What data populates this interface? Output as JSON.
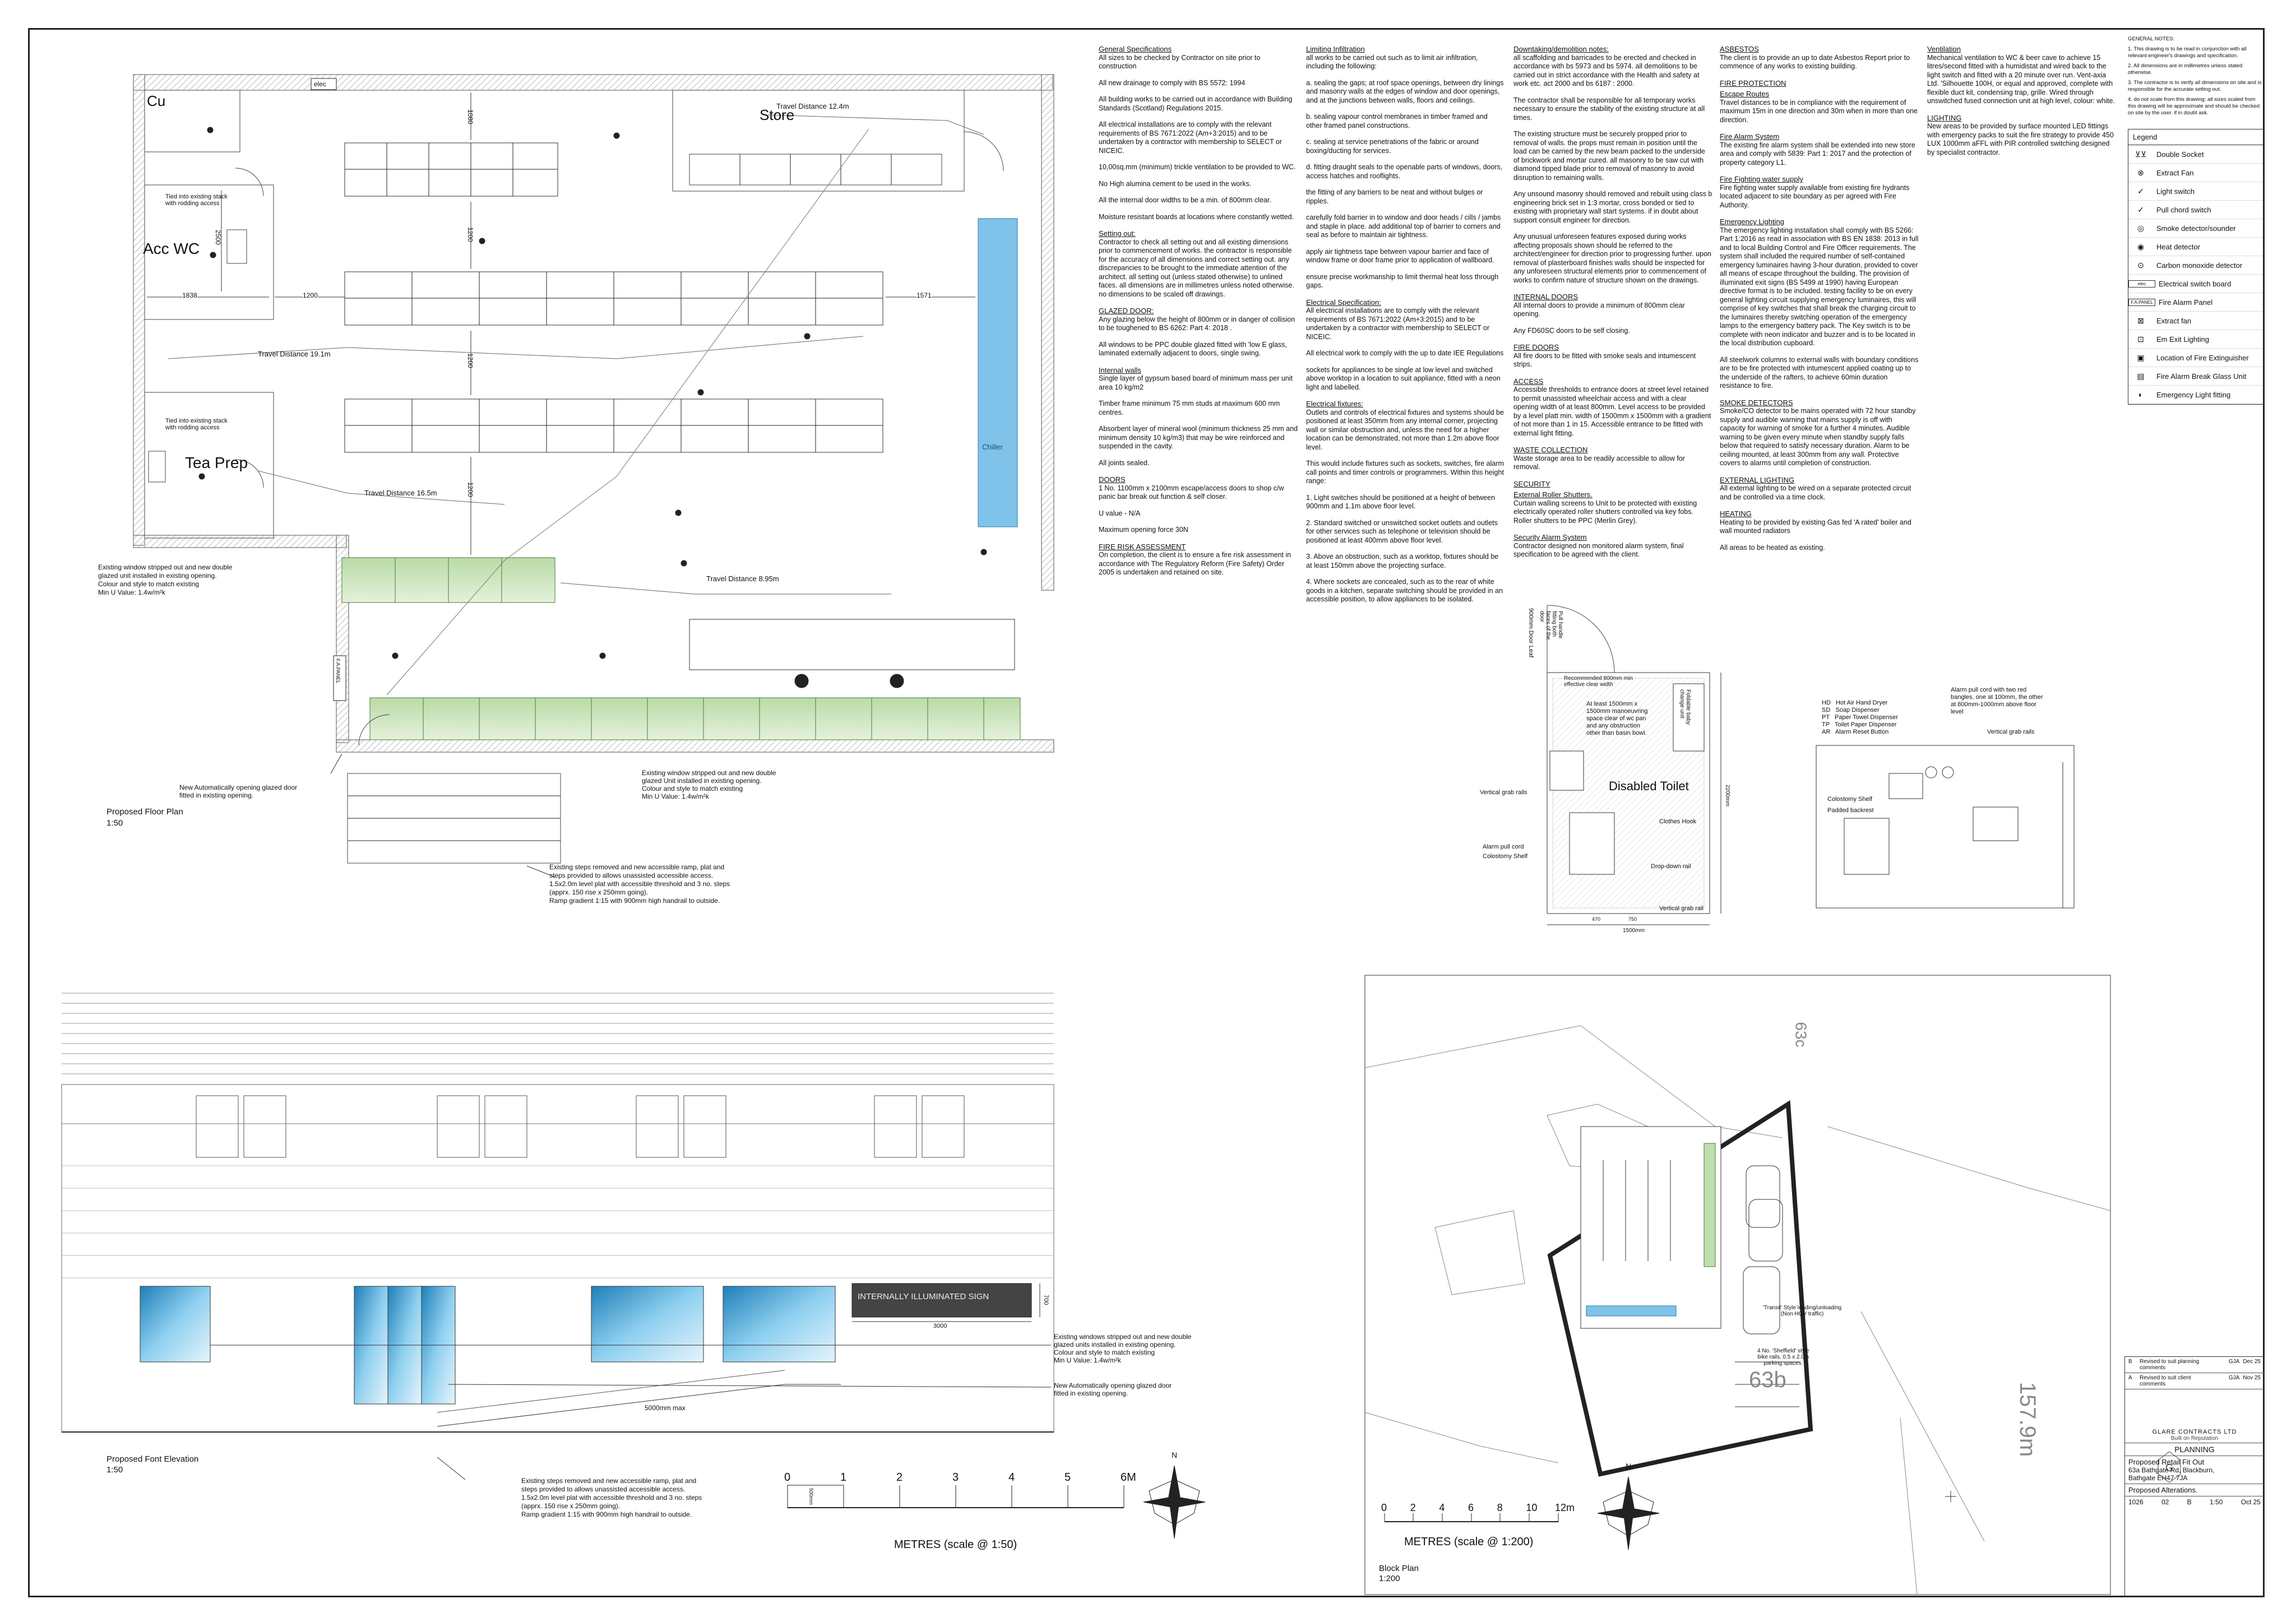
{
  "floor_plan": {
    "rooms": {
      "cu": "Cu",
      "store": "Store",
      "acc_wc": "Acc WC",
      "tea_prep": "Tea Prep",
      "chiller": "Chiller",
      "elec": "elec",
      "fa_panel": "F.A.PANEL"
    },
    "notes": {
      "tie_stack_1": "Tied into existing stack\nwith rodding access",
      "tie_stack_2": "Tied into existing stack\nwith rodding access",
      "window_left": "Existing window stripped out and new double\nglazed unit installed in existing opening.\nColour and style to match existing\nMin U Value: 1.4w/m²k",
      "window_bottom": "Existing window stripped out and new double\nglazed Unit installed in existing opening.\nColour and style to match existing\nMin U Value: 1.4w/m²k",
      "auto_door": "New Automatically opening glazed door\nfitted in existing opening.",
      "steps": "Existing steps removed and new accessible ramp, plat and\nsteps provided to allows unassisted accessible access.\n1.5x2.0m level plat with accessible threshold and 3 no. steps\n(apprx. 150 rise x 250mm going).\nRamp gradient 1:15 with 900mm high handrail to outside."
    },
    "travel": {
      "t1": "Travel Distance 12.4m",
      "t2": "Travel Distance 19.1m",
      "t3": "Travel Distance 16.5m",
      "t4": "Travel Distance 8.95m"
    },
    "dims": {
      "d1080": "1080",
      "d1200a": "1200",
      "d1200b": "1200",
      "d1200c": "1200",
      "d1200d": "1200",
      "d1571": "1571",
      "d1838": "1838",
      "d2500": "2500"
    },
    "title": "Proposed Floor Plan",
    "scale": "1:50"
  },
  "notes": {
    "col1": [
      {
        "h": "General Specifications",
        "p": [
          "All sizes to be checked by Contractor on site prior to construction",
          "All new drainage to comply with BS 5572: 1994",
          "All building works to be carried out in accordance with Building Standards (Scotland) Regulations 2015.",
          "All electrical installations are to comply with the relevant requirements of BS 7671:2022 (Am+3:2015) and to be undertaken by a contractor with membership to SELECT or NICEIC.",
          "10,00sq.mm (minimum) trickle ventilation to be provided to WC.",
          "No High alumina cement to be used in the works.",
          "All the internal door widths to be a min. of 800mm clear.",
          "Moisture resistant boards at locations where constantly wetted."
        ]
      },
      {
        "h": "Setting out:",
        "p": [
          "Contractor to check all setting out and all existing dimensions prior to commencement of works. the contractor is responsible for the accuracy of all dimensions and correct setting out. any discrepancies to be brought to the immediate attention of the architect. all setting out (unless stated otherwise) to unlined faces. all dimensions are in millimetres unless noted otherwise. no dimensions to be scaled off drawings."
        ]
      },
      {
        "h": "GLAZED DOOR:",
        "p": [
          "Any glazing below the height of 800mm or in danger of collision to be toughened to BS 6262: Part 4: 2018 .",
          "All windows to be PPC double glazed fitted with 'low E glass, laminated externally adjacent to doors, single swing."
        ]
      },
      {
        "h": "Internal walls",
        "p": [
          "Single layer of gypsum based board of minimum mass per unit area 10 kg/m2",
          "Timber frame minimum 75 mm studs at maximum 600 mm centres.",
          "Absorbent layer of mineral wool (minimum thickness 25 mm and minimum density 10 kg/m3) that may be wire reinforced and suspended in the cavity.",
          "All joints sealed."
        ]
      },
      {
        "h": "DOORS",
        "p": [
          "1 No. 1100mm x 2100mm escape/access doors to shop c/w panic bar break out function & self closer.",
          "U value - N/A",
          "Maximum opening force 30N"
        ]
      },
      {
        "h": "FIRE RISK ASSESSMENT",
        "p": [
          "On completion, the client is to ensure a fire risk assessment in accordance with The Regulatory Reform (Fire Safety) Order 2005 is undertaken and retained on site."
        ]
      }
    ],
    "col2": [
      {
        "h": "Limiting Infiltration",
        "p": [
          "all works to be carried out such as to limit air infiltration, including the following:",
          "a. sealing the gaps; at roof space openings, between dry linings and masonry walls at the edges of window and door openings, and at the junctions between walls, floors and ceilings.",
          "b. sealing vapour control membranes in timber framed and other framed panel constructions.",
          "c. sealing at service penetrations of the fabric or around boxing/ducting for services.",
          "d. fitting draught seals to the openable parts of windows, doors, access hatches and rooflights.",
          "the fitting of any barriers to be neat and without bulges or ripples.",
          "carefully fold barrier in to window and door heads / cills / jambs and staple in place. add additional top of barrier to corners and seal as before to maintain air tightness.",
          "apply air tightness tape between vapour barrier and face of window frame or door frame prior to application of wallboard.",
          "ensure precise workmanship to limit thermal heat loss through gaps."
        ]
      },
      {
        "h": "Electrical Specification:",
        "p": [
          "All electrical installations are to comply with the relevant requirements of BS 7671:2022 (Am+3:2015) and to be undertaken by a contractor with membership to SELECT or NICEIC.",
          "All electrical work to comply with the up to date IEE Regulations",
          "sockets for appliances to be single at low level and switched above worktop in a location to suit appliance, fitted with a neon light and labelled."
        ]
      },
      {
        "h": "Electrical fixtures:",
        "p": [
          "Outlets and controls of electrical fixtures and systems should be positioned at least 350mm from any internal corner, projecting wall or similar obstruction and, unless the need for a higher location can be demonstrated, not more than 1.2m above floor level.",
          "This would include fixtures such as sockets, switches, fire alarm call points and timer controls or programmers. Within this height range:",
          "1. Light switches should be positioned at a height of between 900mm and 1.1m above floor level.",
          "2. Standard switched or unswitched socket outlets and outlets for other services such as telephone or television should be positioned at least 400mm above floor level.",
          "3. Above an obstruction, such as a worktop, fixtures should be at least 150mm above the projecting surface.",
          "4. Where sockets are concealed, such as to the rear of white goods in a kitchen, separate switching should be provided in an accessible position, to allow appliances to be isolated."
        ]
      }
    ],
    "col3": [
      {
        "h": "Downtaking/demolition notes:",
        "p": [
          "all scaffolding and barricades to be erected and checked in accordance with bs 5973 and bs 5974. all demolitions to be carried out in strict accordance with the Health and safety at work etc. act 2000 and bs 6187 : 2000.",
          "The contractor shall be responsible for all temporary works necessary to ensure the stability of the existing structure at all times.",
          "The existing structure must be securely propped prior to removal of walls. the props must remain in position until the load can be carried by the new beam packed to the underside of brickwork and mortar cured. all masonry to be saw cut with diamond tipped blade prior to removal of masonry to avoid disruption to remaining walls.",
          "Any unsound masonry should removed and rebuilt using class b engineering brick set in 1:3 mortar, cross bonded or tied to existing with proprietary wall start systems. if in doubt about support consult engineer for direction.",
          "Any unusual unforeseen features exposed during works affecting proposals shown should be referred to the architect/engineer for direction prior to progressing further. upon removal of plasterboard finishes walls should be inspected for any unforeseen structural elements prior to commencement of works to confirm nature of structure shown on the drawings."
        ]
      },
      {
        "h": "INTERNAL DOORS",
        "p": [
          "All internal doors to provide a minimum of 800mm clear opening.",
          "Any FD60SC doors to be self closing."
        ]
      },
      {
        "h": "FIRE DOORS",
        "p": [
          "All fire doors to be fitted with smoke seals and intumescent strips."
        ]
      },
      {
        "h": "ACCESS",
        "p": [
          "Accessible thresholds to entrance doors at street level retained to permit unassisted wheelchair access and with a clear opening width of at least 800mm. Level access to be provided by a level platt min. width of 1500mm x 1500mm with a gradient of not more than 1 in 15. Accessible entrance to be fitted with external light fitting."
        ]
      },
      {
        "h": "WASTE COLLECTION",
        "p": [
          "Waste storage area to be readily accessible to allow for removal."
        ]
      },
      {
        "h": "SECURITY",
        "p": []
      },
      {
        "h": "External Roller Shutters.",
        "p": [
          "Curtain walling screens to Unit to be protected with existing electrically operated roller shutters controlled via key fobs. Roller shutters to be PPC (Merlin Grey)."
        ]
      },
      {
        "h": "Security Alarm System",
        "p": [
          "Contractor designed non monitored alarm system, final specification to be agreed with the client."
        ]
      }
    ],
    "col4": [
      {
        "h": "ASBESTOS",
        "p": [
          "The client is to provide an up to date Asbestos Report prior to commence of any works to existing building."
        ]
      },
      {
        "h": "FIRE PROTECTION",
        "p": []
      },
      {
        "h": "Escape Routes",
        "p": [
          "Travel distances to be in compliance with the requirement of maximum 15m in one direction and 30m when in more than one direction."
        ]
      },
      {
        "h": "Fire Alarm System",
        "p": [
          "The existing fire alarm system shall be extended into new store area and comply with 5839: Part 1: 2017 and the protection of property category L1."
        ]
      },
      {
        "h": "Fire Fighting water supply",
        "p": [
          "Fire fighting water supply available from existing fire hydrants located adjacent to site boundary as per agreed with Fire Authority."
        ]
      },
      {
        "h": "Emergency Lighting",
        "p": [
          "The emergency lighting installation shall comply with BS 5266: Part 1:2016 as read in association with BS EN 1838: 2013 in full and to local Building Control and Fire Officer requirements. The system shall included the required number of self-contained emergency luminaires having 3-hour duration, provided to cover all means of escape throughout the building. The provision of illuminated exit signs (BS 5499 at 1990) having European directive format is to be included. testing facility to be on every general lighting circuit supplying emergency luminaires, this will comprise of key switches that shall break the charging circuit to the luminaires thereby switching operation of the emergency lamps to the emergency battery pack. The Key switch is to be complete with neon indicator and buzzer and is to be located in the local distribution cupboard.",
          "All steelwork columns to external walls with boundary conditions are to be fire protected with intumescent applied coating up to the underside of the rafters, to achieve 60min duration resistance to fire."
        ]
      },
      {
        "h": "SMOKE DETECTORS",
        "p": [
          "Smoke/CO detector to be mains operated with 72 hour standby supply and audible warning that mains supply is off with capacity for warning of smoke for a further 4 minutes. Audible warning to be given every minute when standby supply falls below that required to satisfy necessary duration. Alarm to be ceiling mounted, at least 300mm from any wall. Protective covers to alarms until completion of construction."
        ]
      },
      {
        "h": "EXTERNAL LIGHTING",
        "p": [
          "All external lighting to be wired on a separate protected circuit and be controlled via a time clock."
        ]
      },
      {
        "h": "HEATING",
        "p": [
          "Heating to be provided by existing Gas fed 'A rated' boiler and wall mounted radiators",
          "All areas to be heated as existing."
        ]
      }
    ],
    "col5": [
      {
        "h": "Ventilation",
        "p": [
          "Mechanical ventilation to WC & beer cave to achieve 15 litres/second fitted with a humidistat and wired back to the light switch and fitted with a 20 minute over run. Vent-axia Ltd. 'Silhouette 100H, or equal and approved, complete with flexible duct kit, condensing trap, grille. Wired through unswitched fused connection unit at high level, colour: white."
        ]
      },
      {
        "h": "LIGHTING",
        "p": [
          "New areas to be provided by surface mounted LED fittings with emergency packs to suit the fire strategy to provide 450 LUX 1000mm aFFL with PIR controlled switching designed by specialist contractor."
        ]
      }
    ]
  },
  "general_notes": {
    "title": "GENERAL NOTES:",
    "items": [
      "1.   This drawing is to be read in conjunction with all relevant engineer's drawings and specification.",
      "2.   All dimensions are in millimetres unless stated otherwise.",
      "3.   The contractor is to verify all dimensions on site and is responsible for the accurate setting out.",
      "4.   do not scale from this drawing: all sizes scaled from this drawing will be approximate and should be checked on site by the user. if in doubt ask."
    ]
  },
  "legend": {
    "title": "Legend",
    "items": [
      {
        "sym": "⊻⊻",
        "label": "Double Socket"
      },
      {
        "sym": "⊗",
        "label": "Extract Fan"
      },
      {
        "sym": "✓",
        "label": "Light switch"
      },
      {
        "sym": "✓",
        "label": "Pull chord switch"
      },
      {
        "sym": "◎",
        "label": "Smoke detector/sounder"
      },
      {
        "sym": "◉",
        "label": "Heat detector"
      },
      {
        "sym": "⊙",
        "label": "Carbon monoxide  detector"
      },
      {
        "sym": "elec",
        "label": "Electrical switch board"
      },
      {
        "sym": "F.A.PANEL",
        "label": "Fire Alarm Panel"
      },
      {
        "sym": "⊠",
        "label": "Extract fan"
      },
      {
        "sym": "⊡",
        "label": "Em Exit Lighting"
      },
      {
        "sym": "▣",
        "label": "Location of Fire Extinguisher"
      },
      {
        "sym": "▤",
        "label": "Fire Alarm Break Glass Unit"
      },
      {
        "sym": "◐",
        "label": "Emergency Light fitting"
      }
    ]
  },
  "toilet": {
    "title": "Disabled Toilet",
    "labels": {
      "door_leaf": "900mm Door Leaf",
      "pull_handle": "Pull handle\nfitting both\nfaces of the\ndoor",
      "recommended": "Recommended 800mm min\neffective clear width",
      "space": "At least 1500mm x\n1500mm manoeuvring\nspace clear of wc pan\nand any obstruction\nother than basin bowl.",
      "baby": "Foldable baby\nchange unit",
      "vgrab": "Vertical grab rails",
      "clothes": "Clothes Hook",
      "alarm": "Alarm pull cord",
      "colostomy": "Colostomy Shelf",
      "dropdown": "Drop-down rail",
      "vgrab2": "Vertical grab rail",
      "d2200": "2200mm",
      "d1500": "1500mm",
      "d470": "470",
      "d750": "750"
    },
    "key": [
      "HD   Hot Air Hand Dryer",
      "SD   Soap Dispenser",
      "PT   Paper Towel Dispenser",
      "TP   Toilet Paper Dispenser",
      "AR   Alarm Reset Button"
    ],
    "elev": {
      "alarm_note": "Alarm pull cord with two red\nbangles, one at 100mm, the other\nat 800mm-1000mm above floor\nlevel",
      "vgrab": "Vertical grab rails",
      "colostomy": "Colostomy Shelf",
      "padded": "Padded backrest"
    }
  },
  "elevation": {
    "title": "Proposed Font Elevation",
    "scale": "1:50",
    "sign": "INTERNALLY ILLUMINATED SIGN",
    "sign_w": "3000",
    "sign_h": "700",
    "ramp": "5000mm max",
    "note_windows": "Existing windows stripped out and new double\nglazed units installed in existing opening.\nColour and style to match existing\nMin U Value: 1.4w/m²k",
    "note_door": "New Automatically opening glazed door\nfitted in existing opening.",
    "note_steps": "Existing steps removed and new accessible ramp, plat and\nsteps provided to allows unassisted accessible access.\n1.5x2.0m level plat with accessible threshold and 3 no. steps\n(apprx. 150 rise x 250mm going).\nRamp gradient 1:15 with 900mm high handrail to outside."
  },
  "scale_bar_50": {
    "ticks": [
      "0",
      "1",
      "2",
      "3",
      "4",
      "5",
      "6M"
    ],
    "label": "METRES (scale @ 1:50)",
    "sub": "500mm"
  },
  "block_plan": {
    "title": "Block Plan",
    "scale": "1:200",
    "unit": "63b",
    "neighbour": "63c",
    "road": "157.9m",
    "loading": "'Transit' Style loading/unloading\n(Non HGV traffic)",
    "bikes": "4 No. 'Sheffield' style\nbike rails, 0.5 x 2.0m\nparking spaces.",
    "ticks": [
      "0",
      "2",
      "4",
      "6",
      "8",
      "10",
      "12m"
    ],
    "scale_label": "METRES (scale @ 1:200)"
  },
  "compass": "N",
  "title_block": {
    "rev_b": "B",
    "rev_b_desc": "Revised to suit planning\ncomments",
    "rev_b_by": "GJA",
    "rev_b_date": "Dec 25",
    "rev_a": "A",
    "rev_a_desc": "Revised to suit client\ncomments",
    "rev_a_by": "GJA",
    "rev_a_date": "Nov 25",
    "company": "GLARE CONTRACTS LTD",
    "tagline": "Built on Reputation",
    "status": "PLANNING",
    "project": "Proposed Retail Fit Out",
    "address": "63a Bathgate Rd, Blackburn,\nBathgate EH47 7JA",
    "drawing": "Proposed Alterations.",
    "no": "1026",
    "sheet": "02",
    "rev": "B",
    "scale": "1:50",
    "date": "Oct 25"
  }
}
